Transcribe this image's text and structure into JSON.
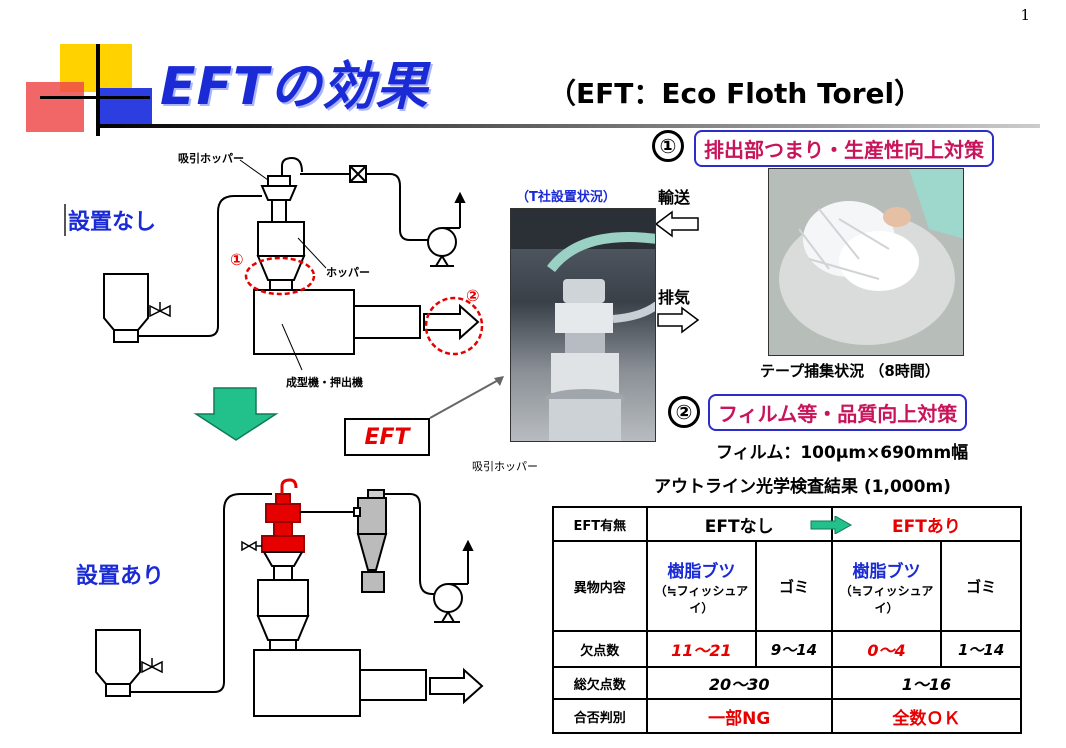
{
  "slide_number": "1",
  "title": "EFTの効果",
  "subtitle": "（EFT：Eco Floth Torel）",
  "section1": {
    "number": "①",
    "label": "排出部つまり・生産性向上対策"
  },
  "section2": {
    "number": "②",
    "label": "フィルム等・品質向上対策"
  },
  "diagram_top": {
    "heading": "設置なし",
    "suction_hopper_label": "吸引ホッパー",
    "hopper_label": "ホッパー",
    "machine_label": "成型機・押出機",
    "marker1": "①",
    "marker2": "②"
  },
  "diagram_bottom": {
    "heading": "設置あり",
    "eft_label": "EFT"
  },
  "photo_left": {
    "caption": "（T社設置状況）",
    "transport_label": "輸送",
    "exhaust_label": "排気",
    "suction_hopper_label": "吸引ホッパー"
  },
  "photo_right": {
    "caption": "テープ捕集状況 （8時間）"
  },
  "film_spec": "フィルム：100μm×690mm幅",
  "inspection_title": "アウトライン光学検査結果 (1,000m)",
  "table": {
    "eft_label": "EFT有無",
    "without": "EFTなし",
    "with": "EFTあり",
    "contents_label": "異物内容",
    "resin": "樹脂ブツ",
    "resin_note": "（≒フィッシュアイ）",
    "dust": "ゴミ",
    "defect_label": "欠点数",
    "without_resin": "11～21",
    "without_dust": "9～14",
    "with_resin": "0～4",
    "with_dust": "1～14",
    "total_label": "総欠点数",
    "without_total": "20～30",
    "with_total": "1～16",
    "judge_label": "合否判別",
    "without_judge": "一部NG",
    "with_judge": "全数ＯＫ"
  },
  "colors": {
    "title_blue": "#1a2bd6",
    "accent_red": "#e60000",
    "heading_pink": "#c8145a",
    "arrow_green": "#22c08a"
  }
}
